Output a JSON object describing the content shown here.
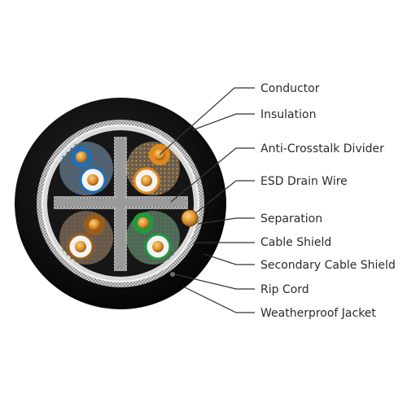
{
  "labels": [
    "Conductor",
    "Insulation",
    "Anti-Crosstalk Divider",
    "ESD Drain Wire",
    "Separation",
    "Cable Shield",
    "Secondary Cable Shield",
    "Rip Cord",
    "Weatherproof Jacket"
  ],
  "colors": {
    "jacket": "#0d0d0d",
    "pair_blue": "#1e6fb5",
    "pair_orange": "#e08a1e",
    "pair_brown": "#9a5c1c",
    "pair_green": "#1f9a3e",
    "copper": "#d98e2c",
    "divider": "#8f8f8f",
    "leader_line": "#333333"
  }
}
